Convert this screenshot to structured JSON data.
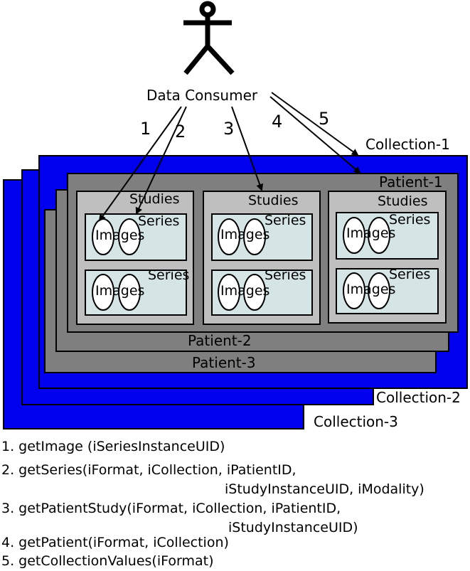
{
  "actor": {
    "label": "Data Consumer"
  },
  "arrow_labels": [
    "1",
    "2",
    "3",
    "4",
    "5"
  ],
  "collections": [
    "Collection-1",
    "Collection-2",
    "Collection-3"
  ],
  "patients": [
    "Patient-1",
    "Patient-2",
    "Patient-3"
  ],
  "studies_label": "Studies",
  "series_label": "Series",
  "images_label": "Images",
  "api_calls": [
    {
      "lines": [
        "1. getImage (iSeriesInstanceUID)"
      ]
    },
    {
      "lines": [
        "2. getSeries(iFormat, iCollection, iPatientID,",
        "iStudyInstanceUID, iModality)"
      ]
    },
    {
      "lines": [
        "3. getPatientStudy(iFormat, iCollection, iPatientID,",
        "iStudyInstanceUID)"
      ]
    },
    {
      "lines": [
        "4. getPatient(iFormat, iCollection)"
      ]
    },
    {
      "lines": [
        "5. getCollectionValues(iFormat)"
      ]
    }
  ],
  "colors": {
    "collection": "#0000ee",
    "patient": "#7f7f7f",
    "study": "#bfbfbf",
    "series": "#d5e5e5",
    "image": "#ffffff"
  }
}
